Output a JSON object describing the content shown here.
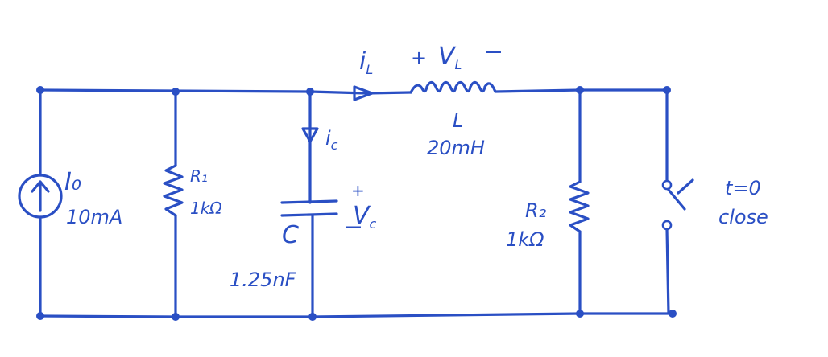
{
  "source": {
    "label": "I₀",
    "value": "10mA"
  },
  "r1": {
    "label": "R₁",
    "value": "1kΩ"
  },
  "capacitor": {
    "label": "C",
    "value": "1.25nF",
    "current_label": "i",
    "current_sub": "c",
    "voltage_plus": "+",
    "voltage_label": "V",
    "voltage_sub": "c",
    "voltage_minus": "−"
  },
  "inductor": {
    "label": "L",
    "value": "20mH",
    "current_label": "i",
    "current_sub": "L",
    "voltage_plus": "+",
    "voltage_label": "V",
    "voltage_sub": "L",
    "voltage_minus": "−"
  },
  "r2": {
    "label": "R₂",
    "value": "1kΩ"
  },
  "switch": {
    "time": "t=0",
    "action": "close"
  },
  "colors": {
    "ink": "#2a4fc4",
    "background": "#ffffff"
  }
}
